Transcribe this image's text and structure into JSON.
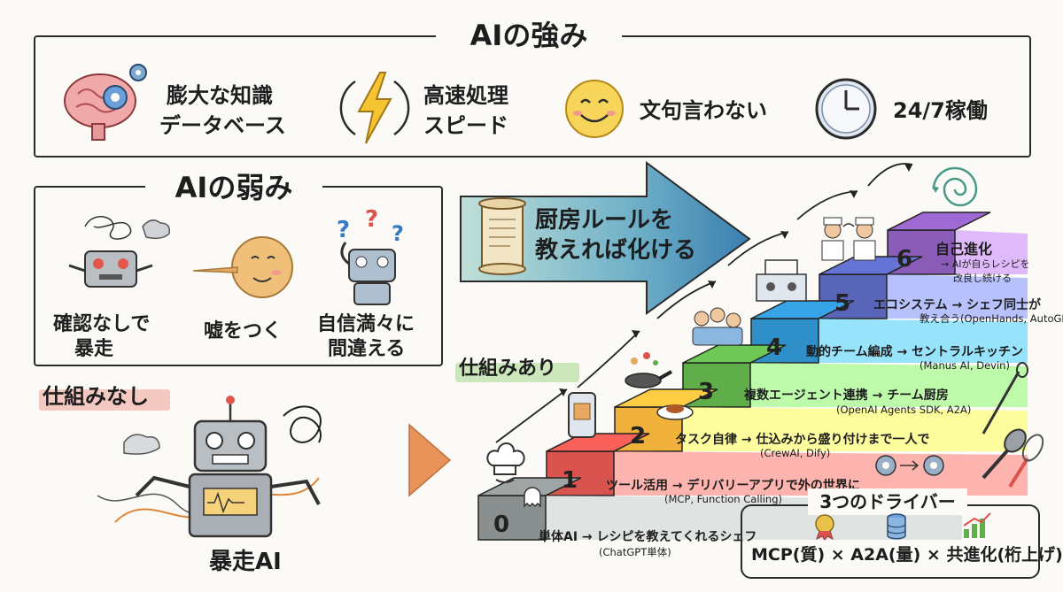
{
  "strengths": {
    "title": "AIの強み",
    "items": [
      {
        "line1": "膨大な知識",
        "line2": "データベース",
        "icon": "brain-gear-icon"
      },
      {
        "line1": "高速処理",
        "line2": "スピード",
        "icon": "lightning-icon"
      },
      {
        "line1": "文句言わない",
        "line2": "",
        "icon": "smiley-icon"
      },
      {
        "line1": "24/7稼働",
        "line2": "",
        "icon": "clock-icon"
      }
    ]
  },
  "weaknesses": {
    "title": "AIの弱み",
    "items": [
      {
        "line1": "確認なしで",
        "line2": "暴走"
      },
      {
        "line1": "嘘をつく",
        "line2": ""
      },
      {
        "line1": "自信満々に",
        "line2": "間違える"
      }
    ]
  },
  "no_system": {
    "label": "仕組みなし",
    "robot_label": "暴走AI"
  },
  "with_system": {
    "label": "仕組みあり"
  },
  "arrow_text": {
    "line1": "厨房ルールを",
    "line2": "教えれば化ける"
  },
  "steps": [
    {
      "num": "0",
      "title": "単体AI → レシピを教えてくれるシェフ",
      "sub": "(ChatGPT単体)",
      "color": "#8a8f8f"
    },
    {
      "num": "1",
      "title": "ツール活用 → デリバリーアプリで外の世界に",
      "sub": "(MCP, Function Calling)",
      "color": "#d9544f"
    },
    {
      "num": "2",
      "title": "タスク自律 → 仕込みから盛り付けまで一人で",
      "sub": "(CrewAI, Dify)",
      "color": "#f0b23a"
    },
    {
      "num": "3",
      "title": "複数エージェント連携 → チーム厨房",
      "sub": "(OpenAI Agents SDK, A2A)",
      "color": "#5fae4a"
    },
    {
      "num": "4",
      "title": "動的チーム編成 → セントラルキッチン",
      "sub": "(Manus AI, Devin)",
      "color": "#2f8fc8"
    },
    {
      "num": "5",
      "title": "エコシステム → シェフ同士が",
      "sub": "教え合う(OpenHands, AutoGPT)",
      "color": "#5865b8"
    },
    {
      "num": "6",
      "title": "自己進化",
      "sub": "→ AIが自らレシピを",
      "sub2": "改良し続ける",
      "color": "#8a5cb8"
    }
  ],
  "drivers": {
    "title": "3つのドライバー",
    "formula": "MCP(質) × A2A(量) × 共進化(桁上げ)"
  }
}
